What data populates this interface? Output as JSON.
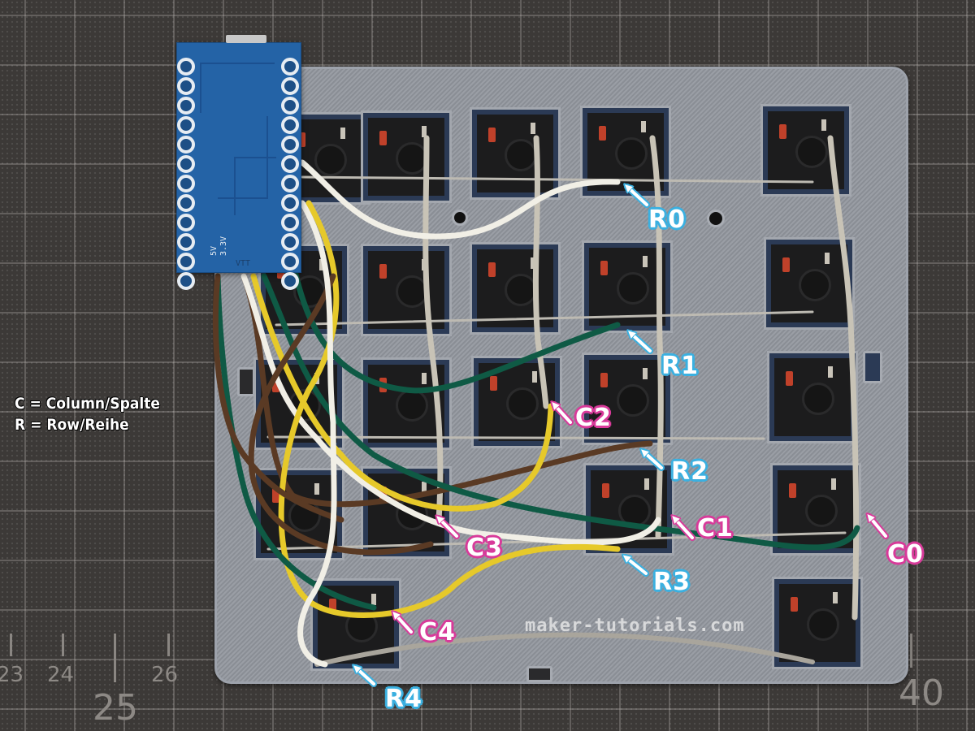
{
  "legend": {
    "column_line": "C = Column/Spalte",
    "row_line": "R = Row/Reihe"
  },
  "watermark": "maker-tutorials.com",
  "ruler": {
    "numbers": [
      "23",
      "24",
      "25",
      "26",
      "40"
    ]
  },
  "board": {
    "silk_5v": "5V",
    "silk_3v3": "3.3V",
    "silk_mark": "VTT"
  },
  "labels": {
    "rows": [
      "R0",
      "R1",
      "R2",
      "R3",
      "R4"
    ],
    "columns": [
      "C0",
      "C1",
      "C2",
      "C3",
      "C4"
    ]
  },
  "colors": {
    "row_label": "#3bb0e0",
    "column_label": "#d83a9a",
    "board": "#2463a6",
    "plate": "#8c9097",
    "wire_white": "#f1efe6",
    "wire_yellow": "#e6c92a",
    "wire_brown": "#5a3a24",
    "wire_green": "#0f5a45"
  },
  "icons": {
    "row_arrow": "arrow-up-left-icon",
    "column_arrow": "arrow-up-left-icon"
  }
}
